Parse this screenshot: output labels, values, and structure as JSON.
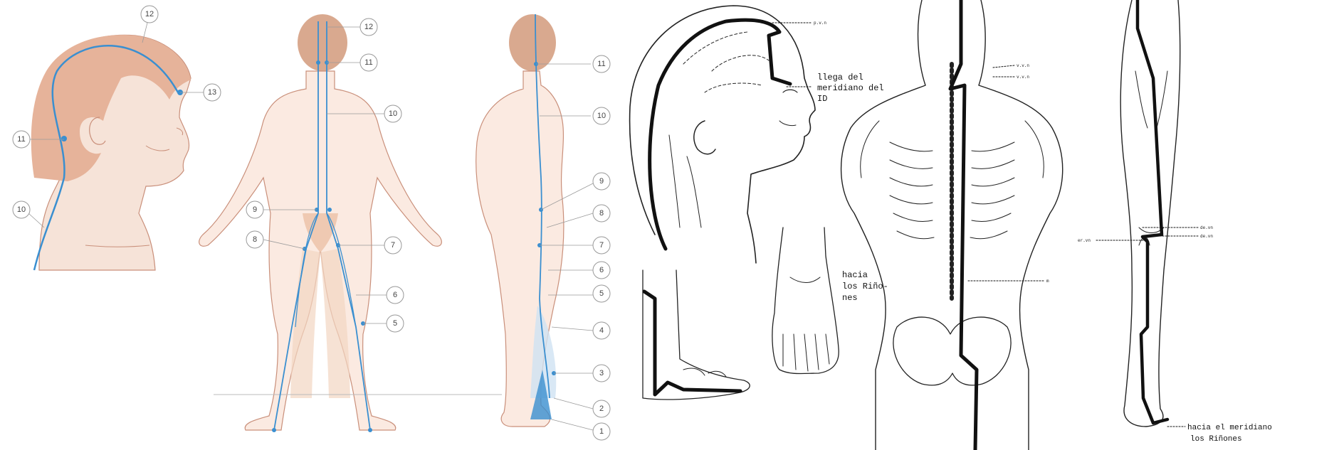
{
  "colors": {
    "meridian": "#3a8fd0",
    "skin": "#efd3c3",
    "skin_outline": "#c98f7a",
    "hair": "#e6b39a",
    "ink": "#111111",
    "callout": "#9a9a9a"
  },
  "left_panel": {
    "head_labels": [
      "12",
      "13",
      "11",
      "10"
    ],
    "back_labels": [
      "12",
      "11",
      "10",
      "9",
      "8",
      "7",
      "6",
      "5"
    ],
    "side_labels": [
      "11",
      "10",
      "9",
      "8",
      "7",
      "6",
      "5",
      "4",
      "3",
      "2",
      "1"
    ]
  },
  "right_panel": {
    "head_small_top": "p.v.n",
    "head_caption": [
      "llega del",
      "meridiano del",
      "ID"
    ],
    "torso_small_top": [
      "v.v.n",
      "v.v.n"
    ],
    "torso_caption": [
      "hacia",
      "los Riño-",
      "nes"
    ],
    "torso_small_mid": "m",
    "leg_small": [
      "de.vn",
      "de.vn",
      "er.vn"
    ],
    "leg_caption": [
      "hacia el meridiano",
      "los Riñones"
    ]
  }
}
